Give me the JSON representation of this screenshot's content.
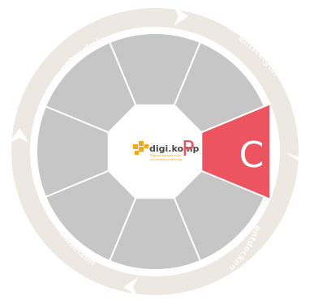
{
  "ring": {
    "labels": {
      "top_left": "entwickeln",
      "top_right": "einsteigen",
      "bottom_right": "entdecken",
      "bottom_left": "einsetzen"
    }
  },
  "logo": {
    "name": "digi.komp",
    "letter": "P",
    "subtitle_line1": "Digitale Kompetenzen",
    "subtitle_line2": "informatische Bildung"
  },
  "active_segment": {
    "letter": "C"
  },
  "colors": {
    "ring": "#eee8e2",
    "segment": "#c6c6c6",
    "segment_stroke": "#ffffff",
    "active": "#ec5560",
    "ring_text": "#fbfaf8",
    "logo_accent": "#f7a51a",
    "logo_text": "#4a4a4a"
  }
}
